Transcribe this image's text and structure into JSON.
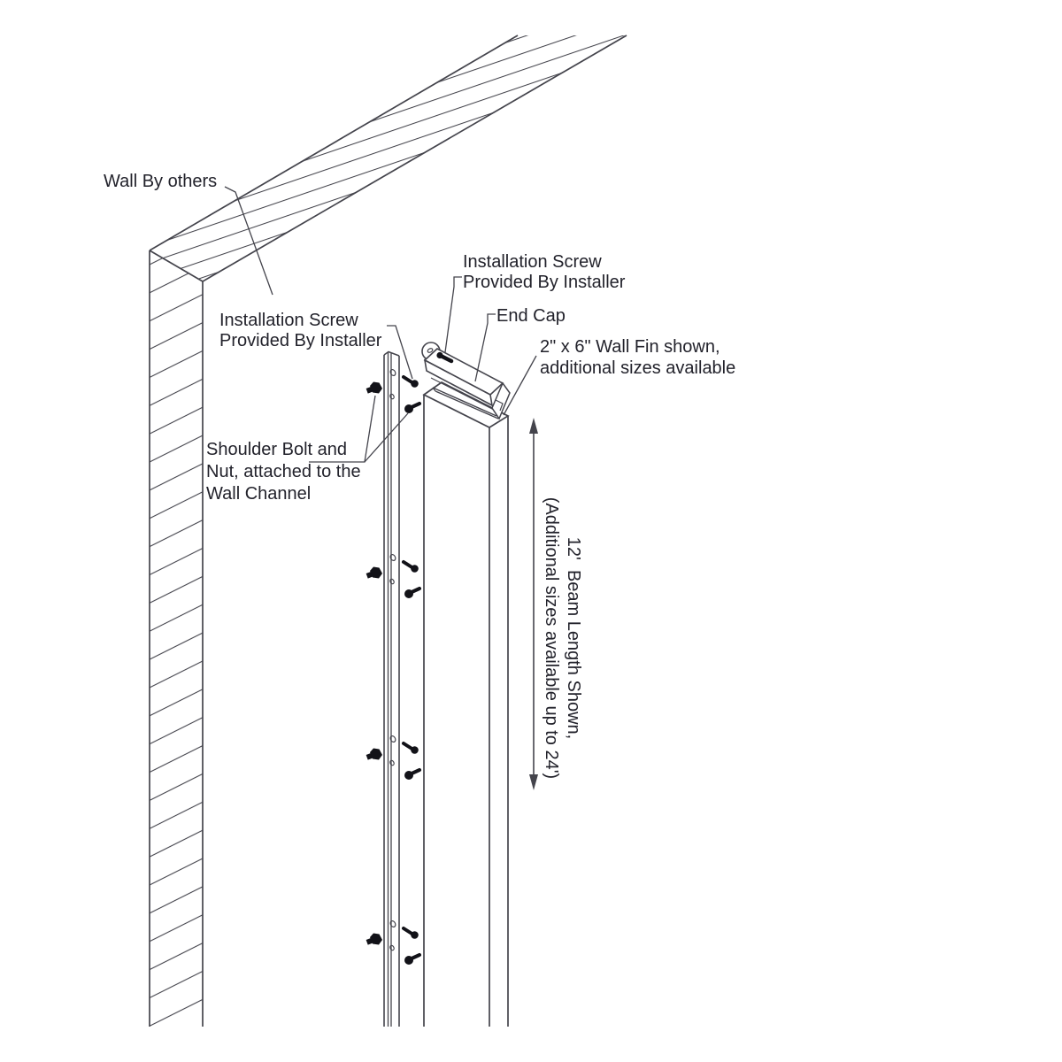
{
  "diagram": {
    "type": "isometric-installation-detail",
    "labels": {
      "wall": "Wall By others",
      "installation_screw_top": "Installation Screw\nProvided By Installer",
      "end_cap": "End Cap",
      "wall_fin": "2\" x 6\" Wall Fin shown,\nadditional sizes available",
      "installation_screw_left": "Installation Screw\nProvided By Installer",
      "shoulder_bolt": "Shoulder Bolt and\nNut, attached to the\nWall Channel",
      "beam_length_line1": "12'  Beam Length Shown,",
      "beam_length_line2": "(Additional sizes available up to 24')"
    },
    "colors": {
      "line": "#44444c",
      "text": "#22222b",
      "fastener": "#121218",
      "background": "#ffffff"
    }
  }
}
